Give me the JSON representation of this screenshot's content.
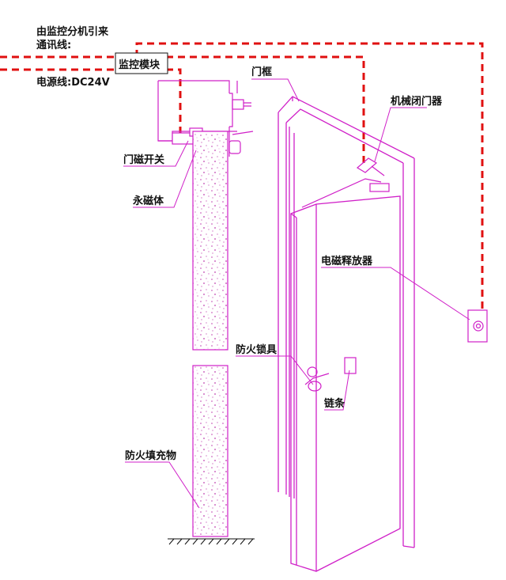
{
  "labels": {
    "source_line": "由监控分机引来",
    "comm_line": "通讯线:",
    "power_line": "电源线:DC24V",
    "monitor_module": "监控模块",
    "door_frame": "门框",
    "mech_closer": "机械闭门器",
    "door_switch": "门磁开关",
    "permanent_magnet": "永磁体",
    "em_release": "电磁释放器",
    "fire_lock": "防火锁具",
    "chain": "链条",
    "fire_fill": "防火填充物"
  },
  "colors": {
    "wire": "#e01010",
    "structure": "#d020c8",
    "fill_dots": "#c040b0",
    "text": "#111111"
  }
}
